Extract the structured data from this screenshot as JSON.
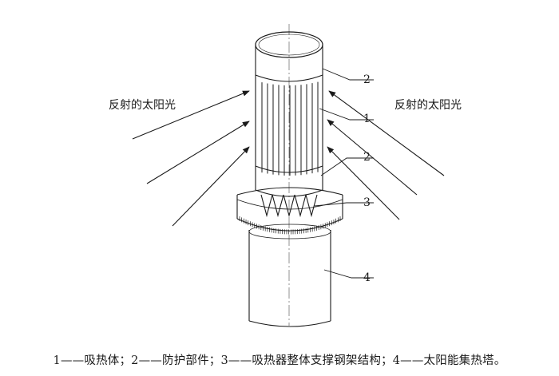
{
  "labels": {
    "sunlight_left": "反射的太阳光",
    "sunlight_right": "反射的太阳光",
    "part_2_top": "2",
    "part_1": "1",
    "part_2_mid": "2",
    "part_3": "3",
    "part_4": "4"
  },
  "caption": "1——吸热体；2——防护部件；3——吸热器整体支撑钢架结构；4——太阳能集热塔。"
}
